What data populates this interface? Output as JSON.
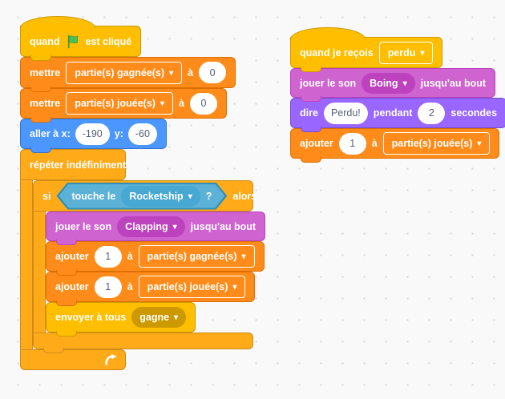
{
  "palette": {
    "events": "#FFBF00",
    "control": "#FFAB19",
    "variables": "#FF8C1A",
    "motion": "#4C97FF",
    "sound": "#CF63CF",
    "looks": "#9966FF",
    "sensing": "#5CB1D6",
    "workspace_bg": "#f9f9f9"
  },
  "icons": {
    "dropdown_caret": "▾"
  },
  "scripts": {
    "left": {
      "when_flag": {
        "pre": "quand",
        "post": "est cliqué"
      },
      "set_wins": {
        "verb": "mettre",
        "variable": "partie(s) gagnée(s)",
        "prep": "à",
        "value": "0"
      },
      "set_played": {
        "verb": "mettre",
        "variable": "partie(s) jouée(s)",
        "prep": "à",
        "value": "0"
      },
      "goto_xy": {
        "pre": "aller à x:",
        "x": "-190",
        "mid": "y:",
        "y": "-60"
      },
      "forever": {
        "label": "répéter indéfiniment"
      },
      "if_block": {
        "pre": "si",
        "post": "alors",
        "condition": {
          "pre": "touche le",
          "option": "Rocketship",
          "post": "?"
        }
      },
      "play_sound": {
        "pre": "jouer le son",
        "sound": "Clapping",
        "post": "jusqu'au bout"
      },
      "add_wins": {
        "verb": "ajouter",
        "value": "1",
        "prep": "à",
        "variable": "partie(s) gagnée(s)"
      },
      "add_played": {
        "verb": "ajouter",
        "value": "1",
        "prep": "à",
        "variable": "partie(s) jouée(s)"
      },
      "broadcast": {
        "pre": "envoyer à tous",
        "message": "gagne"
      }
    },
    "right": {
      "when_receive": {
        "pre": "quand je reçois",
        "message": "perdu"
      },
      "play_sound": {
        "pre": "jouer le son",
        "sound": "Boing",
        "post": "jusqu'au bout"
      },
      "say": {
        "pre": "dire",
        "text": "Perdu!",
        "mid": "pendant",
        "duration": "2",
        "post": "secondes"
      },
      "add_played": {
        "verb": "ajouter",
        "value": "1",
        "prep": "à",
        "variable": "partie(s) jouée(s)"
      }
    }
  }
}
